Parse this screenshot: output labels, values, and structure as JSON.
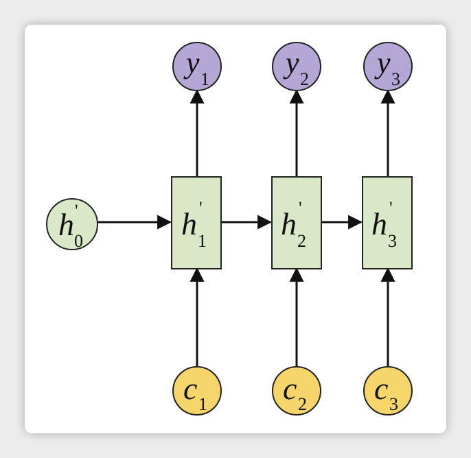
{
  "diagram": {
    "init": {
      "main": "h",
      "prime": "'",
      "sub": "0"
    },
    "outputs": [
      {
        "main": "y",
        "sub": "1"
      },
      {
        "main": "y",
        "sub": "2"
      },
      {
        "main": "y",
        "sub": "3"
      }
    ],
    "hidden": [
      {
        "main": "h",
        "prime": "'",
        "sub": "1"
      },
      {
        "main": "h",
        "prime": "'",
        "sub": "2"
      },
      {
        "main": "h",
        "prime": "'",
        "sub": "3"
      }
    ],
    "inputs": [
      {
        "main": "c",
        "sub": "1"
      },
      {
        "main": "c",
        "sub": "2"
      },
      {
        "main": "c",
        "sub": "3"
      }
    ],
    "colors": {
      "output_fill": "#b4a7d6",
      "hidden_fill": "#d9e8c7",
      "input_fill": "#f6d66a",
      "stroke": "#222222"
    }
  }
}
